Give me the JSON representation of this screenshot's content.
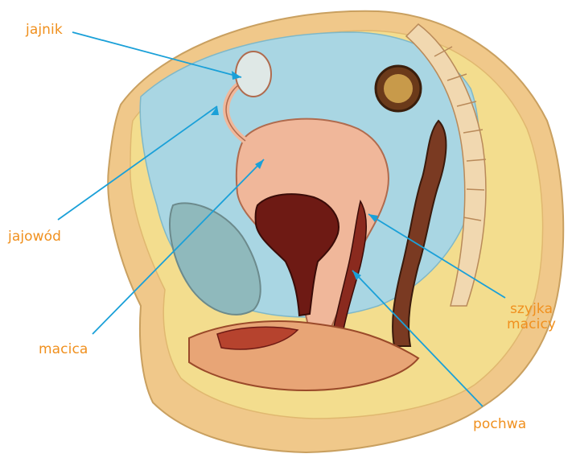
{
  "labels": {
    "jajnik": "jajnik",
    "jajowod": "jajowód",
    "macica": "macica",
    "szyjka_line1": "szyjka",
    "szyjka_line2": "macicy",
    "pochwa": "pochwa"
  },
  "colors": {
    "label": "#f0901e",
    "leader_line": "#1aa0d8",
    "background": "#ffffff",
    "skin": "#f0c88a",
    "fat": "#f3dd8e",
    "cavity": "#a9d6e3",
    "bladder": "#8fb9bc",
    "uterus": "#f0b79a",
    "uterus_inner": "#6e1a14",
    "bowel": "#7a3a22",
    "spine": "#f1d8b0"
  }
}
